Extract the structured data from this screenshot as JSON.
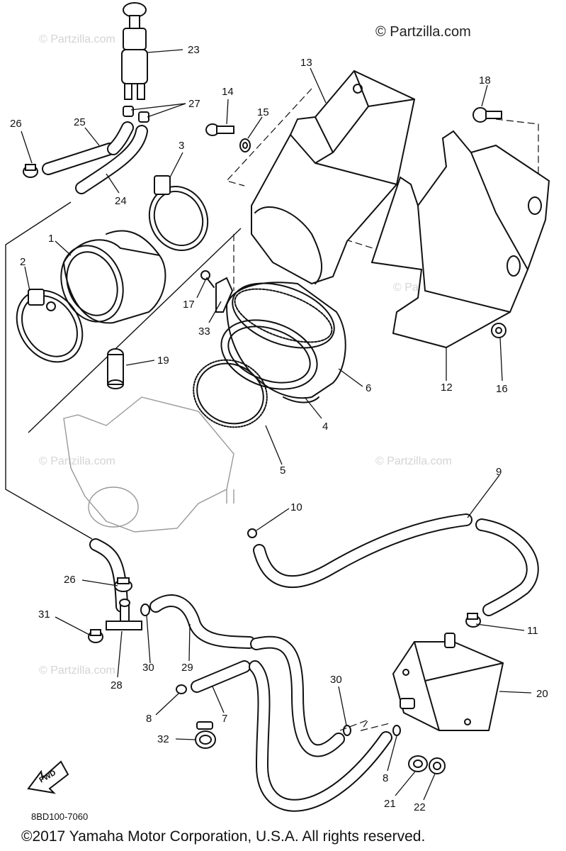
{
  "watermark": "© Partzilla.com",
  "watermark_faint": "© Partzilla.com",
  "diagram_code": "8BD100-7060",
  "fwd_label": "FWD",
  "copyright": "©2017  Yamaha Motor Corporation, U.S.A. All rights reserved.",
  "callouts": {
    "c1": "1",
    "c2": "2",
    "c3": "3",
    "c4": "4",
    "c5": "5",
    "c6": "6",
    "c7": "7",
    "c8a": "8",
    "c8b": "8",
    "c9": "9",
    "c10": "10",
    "c11": "11",
    "c12": "12",
    "c13": "13",
    "c14": "14",
    "c15": "15",
    "c16": "16",
    "c17": "17",
    "c18": "18",
    "c19": "19",
    "c20": "20",
    "c21": "21",
    "c22": "22",
    "c23": "23",
    "c24": "24",
    "c25": "25",
    "c26a": "26",
    "c26b": "26",
    "c27": "27",
    "c28": "28",
    "c29": "29",
    "c30a": "30",
    "c30b": "30",
    "c31": "31",
    "c32": "32",
    "c33": "33"
  }
}
